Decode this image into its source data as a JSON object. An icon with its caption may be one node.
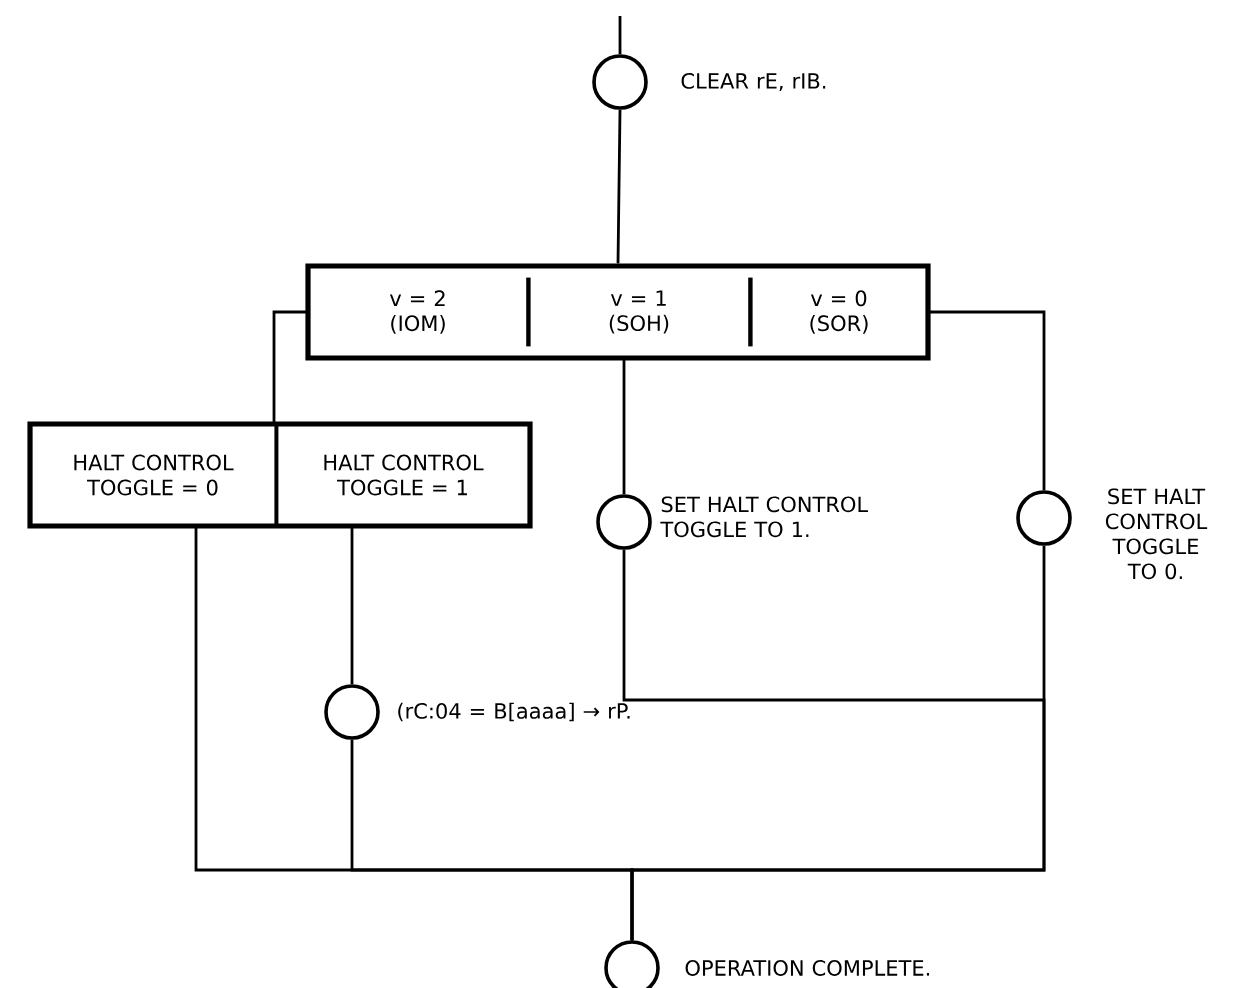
{
  "diagram": {
    "nodes": [
      {
        "text": [],
        "shape": "circle",
        "beside": [
          "CLEAR rE, rIB."
        ]
      },
      {
        "text": [],
        "shape": "box"
      },
      {
        "text": [
          "v = 2 (IOM)"
        ],
        "in": 1
      },
      {
        "text": [
          "v = 1 (SOH)"
        ],
        "in": 1
      },
      {
        "text": [
          "v = 0 (SOR)"
        ],
        "in": 1
      },
      {
        "text": [],
        "shape": "box"
      },
      {
        "text": [
          "HALT CONTROL TOGGLE = 0"
        ],
        "in": 5
      },
      {
        "text": [
          "HALT CONTROL TOGGLE = 1"
        ],
        "in": 5
      },
      {
        "text": [],
        "shape": "circle",
        "beside": [
          "SET HALT CONTROL TOGGLE TO 1."
        ]
      },
      {
        "text": [],
        "shape": "circle",
        "beside": [
          "SET HALT CONTROL TOGGLE TO 0."
        ]
      },
      {
        "text": [],
        "shape": "circle",
        "beside": [
          "(rC:04 = B[aaaa] → rP."
        ]
      },
      {
        "text": [],
        "shape": "circle",
        "beside": [
          "OPERATION COMPLETE."
        ]
      }
    ],
    "edges": [
      {
        "from": null,
        "to": 0,
        "arrow": "none"
      },
      {
        "from": 0,
        "to": 1,
        "arrow": "none"
      },
      {
        "from": 2,
        "to": 5,
        "arrow": "none"
      },
      {
        "from": 3,
        "to": 8,
        "arrow": "none"
      },
      {
        "from": 4,
        "to": 9,
        "arrow": "none"
      },
      {
        "from": 8,
        "to": 11,
        "arrow": "none"
      },
      {
        "from": 9,
        "to": 11,
        "arrow": "none"
      },
      {
        "from": 6,
        "to": 11,
        "arrow": "none"
      },
      {
        "from": 7,
        "to": 10,
        "arrow": "none"
      },
      {
        "from": 10,
        "to": 11,
        "arrow": "none"
      }
    ]
  }
}
